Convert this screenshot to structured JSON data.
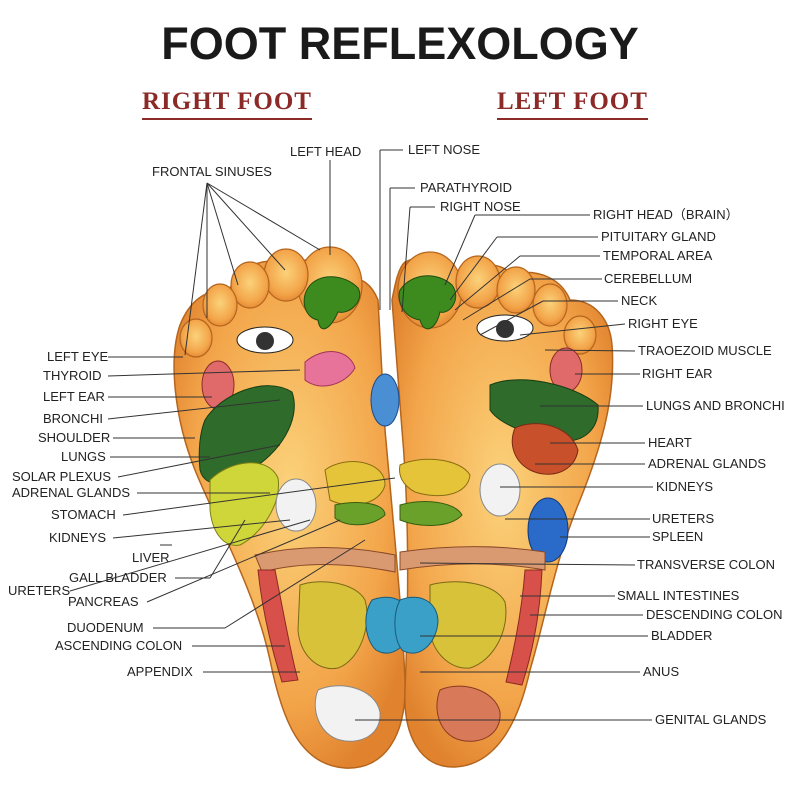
{
  "title": "FOOT REFLEXOLOGY",
  "right_foot_heading": "RIGHT FOOT",
  "left_foot_heading": "LEFT FOOT",
  "colors": {
    "heading": "#8b2a26",
    "skin": "#f2a24a",
    "line": "#333333"
  },
  "labels": [
    {
      "id": "frontal-sinuses",
      "text": "FRONTAL SINUSES"
    },
    {
      "id": "left-head",
      "text": "LEFT HEAD"
    },
    {
      "id": "left-nose",
      "text": "LEFT  NOSE"
    },
    {
      "id": "parathyroid",
      "text": "PARATHYROID"
    },
    {
      "id": "right-nose",
      "text": "RIGHT NOSE"
    },
    {
      "id": "right-head-brain",
      "text": "RIGHT HEAD（BRAIN）"
    },
    {
      "id": "pituitary-gland",
      "text": "PITUITARY GLAND"
    },
    {
      "id": "temporal-area",
      "text": "TEMPORAL AREA"
    },
    {
      "id": "cerebellum",
      "text": "CEREBELLUM"
    },
    {
      "id": "neck",
      "text": "NECK"
    },
    {
      "id": "right-eye",
      "text": "RIGHT EYE"
    },
    {
      "id": "traoezoid-muscle",
      "text": "TRAOEZOID MUSCLE"
    },
    {
      "id": "right-ear",
      "text": "RIGHT EAR"
    },
    {
      "id": "lungs-and-bronchi",
      "text": "LUNGS AND BRONCHI"
    },
    {
      "id": "heart",
      "text": "HEART"
    },
    {
      "id": "adrenal-glands-right",
      "text": "ADRENAL GLANDS"
    },
    {
      "id": "kidneys-right",
      "text": "KIDNEYS"
    },
    {
      "id": "ureters-right",
      "text": "URETERS"
    },
    {
      "id": "spleen",
      "text": "SPLEEN"
    },
    {
      "id": "transverse-colon",
      "text": "TRANSVERSE COLON"
    },
    {
      "id": "small-intestines",
      "text": "SMALL INTESTINES"
    },
    {
      "id": "descending-colon",
      "text": "DESCENDING COLON"
    },
    {
      "id": "bladder",
      "text": "BLADDER"
    },
    {
      "id": "anus",
      "text": "ANUS"
    },
    {
      "id": "genital-glands",
      "text": "GENITAL GLANDS"
    },
    {
      "id": "left-eye",
      "text": "LEFT EYE"
    },
    {
      "id": "thyroid",
      "text": "THYROID"
    },
    {
      "id": "left-ear",
      "text": "LEFT EAR"
    },
    {
      "id": "bronchi",
      "text": "BRONCHI"
    },
    {
      "id": "shoulder",
      "text": "SHOULDER"
    },
    {
      "id": "lungs",
      "text": "LUNGS"
    },
    {
      "id": "solar-plexus",
      "text": "SOLAR PLEXUS"
    },
    {
      "id": "adrenal-glands-left",
      "text": "ADRENAL GLANDS"
    },
    {
      "id": "stomach",
      "text": "STOMACH"
    },
    {
      "id": "kidneys-left",
      "text": "KIDNEYS"
    },
    {
      "id": "liver",
      "text": "LIVER"
    },
    {
      "id": "gall-bladder",
      "text": "GALL BLADDER"
    },
    {
      "id": "ureters-left",
      "text": "URETERS"
    },
    {
      "id": "pancreas",
      "text": "PANCREAS"
    },
    {
      "id": "duodenum",
      "text": "DUODENUM"
    },
    {
      "id": "ascending-colon",
      "text": "ASCENDING COLON"
    },
    {
      "id": "appendix",
      "text": "APPENDIX"
    }
  ]
}
